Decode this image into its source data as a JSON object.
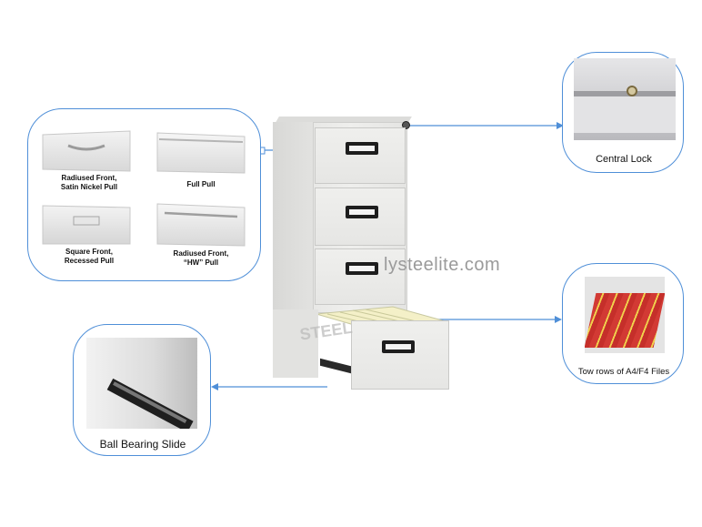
{
  "watermark": "lysteelite.com",
  "left_panel": {
    "options": [
      {
        "label": "Radiused Front,\nSatin Nickel Pull"
      },
      {
        "label": "Full Pull"
      },
      {
        "label": "Square Front,\nRecessed Pull"
      },
      {
        "label": "Radiused Front,\n“HW” Pull"
      }
    ]
  },
  "callouts": {
    "central_lock": "Central Lock",
    "two_rows": "Tow rows of A4/F4 Files",
    "ball_bearing": "Ball Bearing Slide"
  },
  "colors": {
    "accent": "#4f8fd8",
    "cabinet": "#e9e9e7",
    "handle": "#1e1e1e"
  }
}
